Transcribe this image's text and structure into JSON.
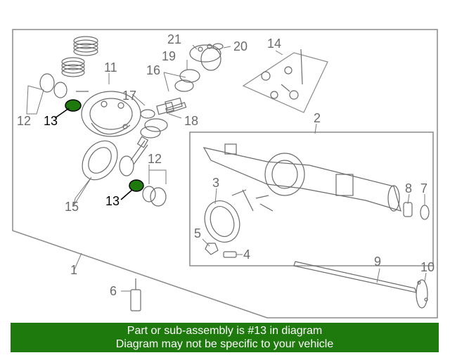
{
  "callouts": {
    "c1": "1",
    "c2": "2",
    "c3": "3",
    "c4": "4",
    "c5": "5",
    "c6": "6",
    "c7": "7",
    "c8": "8",
    "c9": "9",
    "c10": "10",
    "c11": "11",
    "c12a": "12",
    "c12b": "12",
    "c13a": "13",
    "c13b": "13",
    "c14": "14",
    "c15": "15",
    "c16": "16",
    "c17": "17",
    "c18": "18",
    "c19": "19",
    "c20": "20",
    "c21": "21"
  },
  "highlight_color": "#1f7a0e",
  "banner": {
    "line1": "Part or sub-assembly is #13 in diagram",
    "line2": "Diagram may not be specific to your vehicle"
  }
}
